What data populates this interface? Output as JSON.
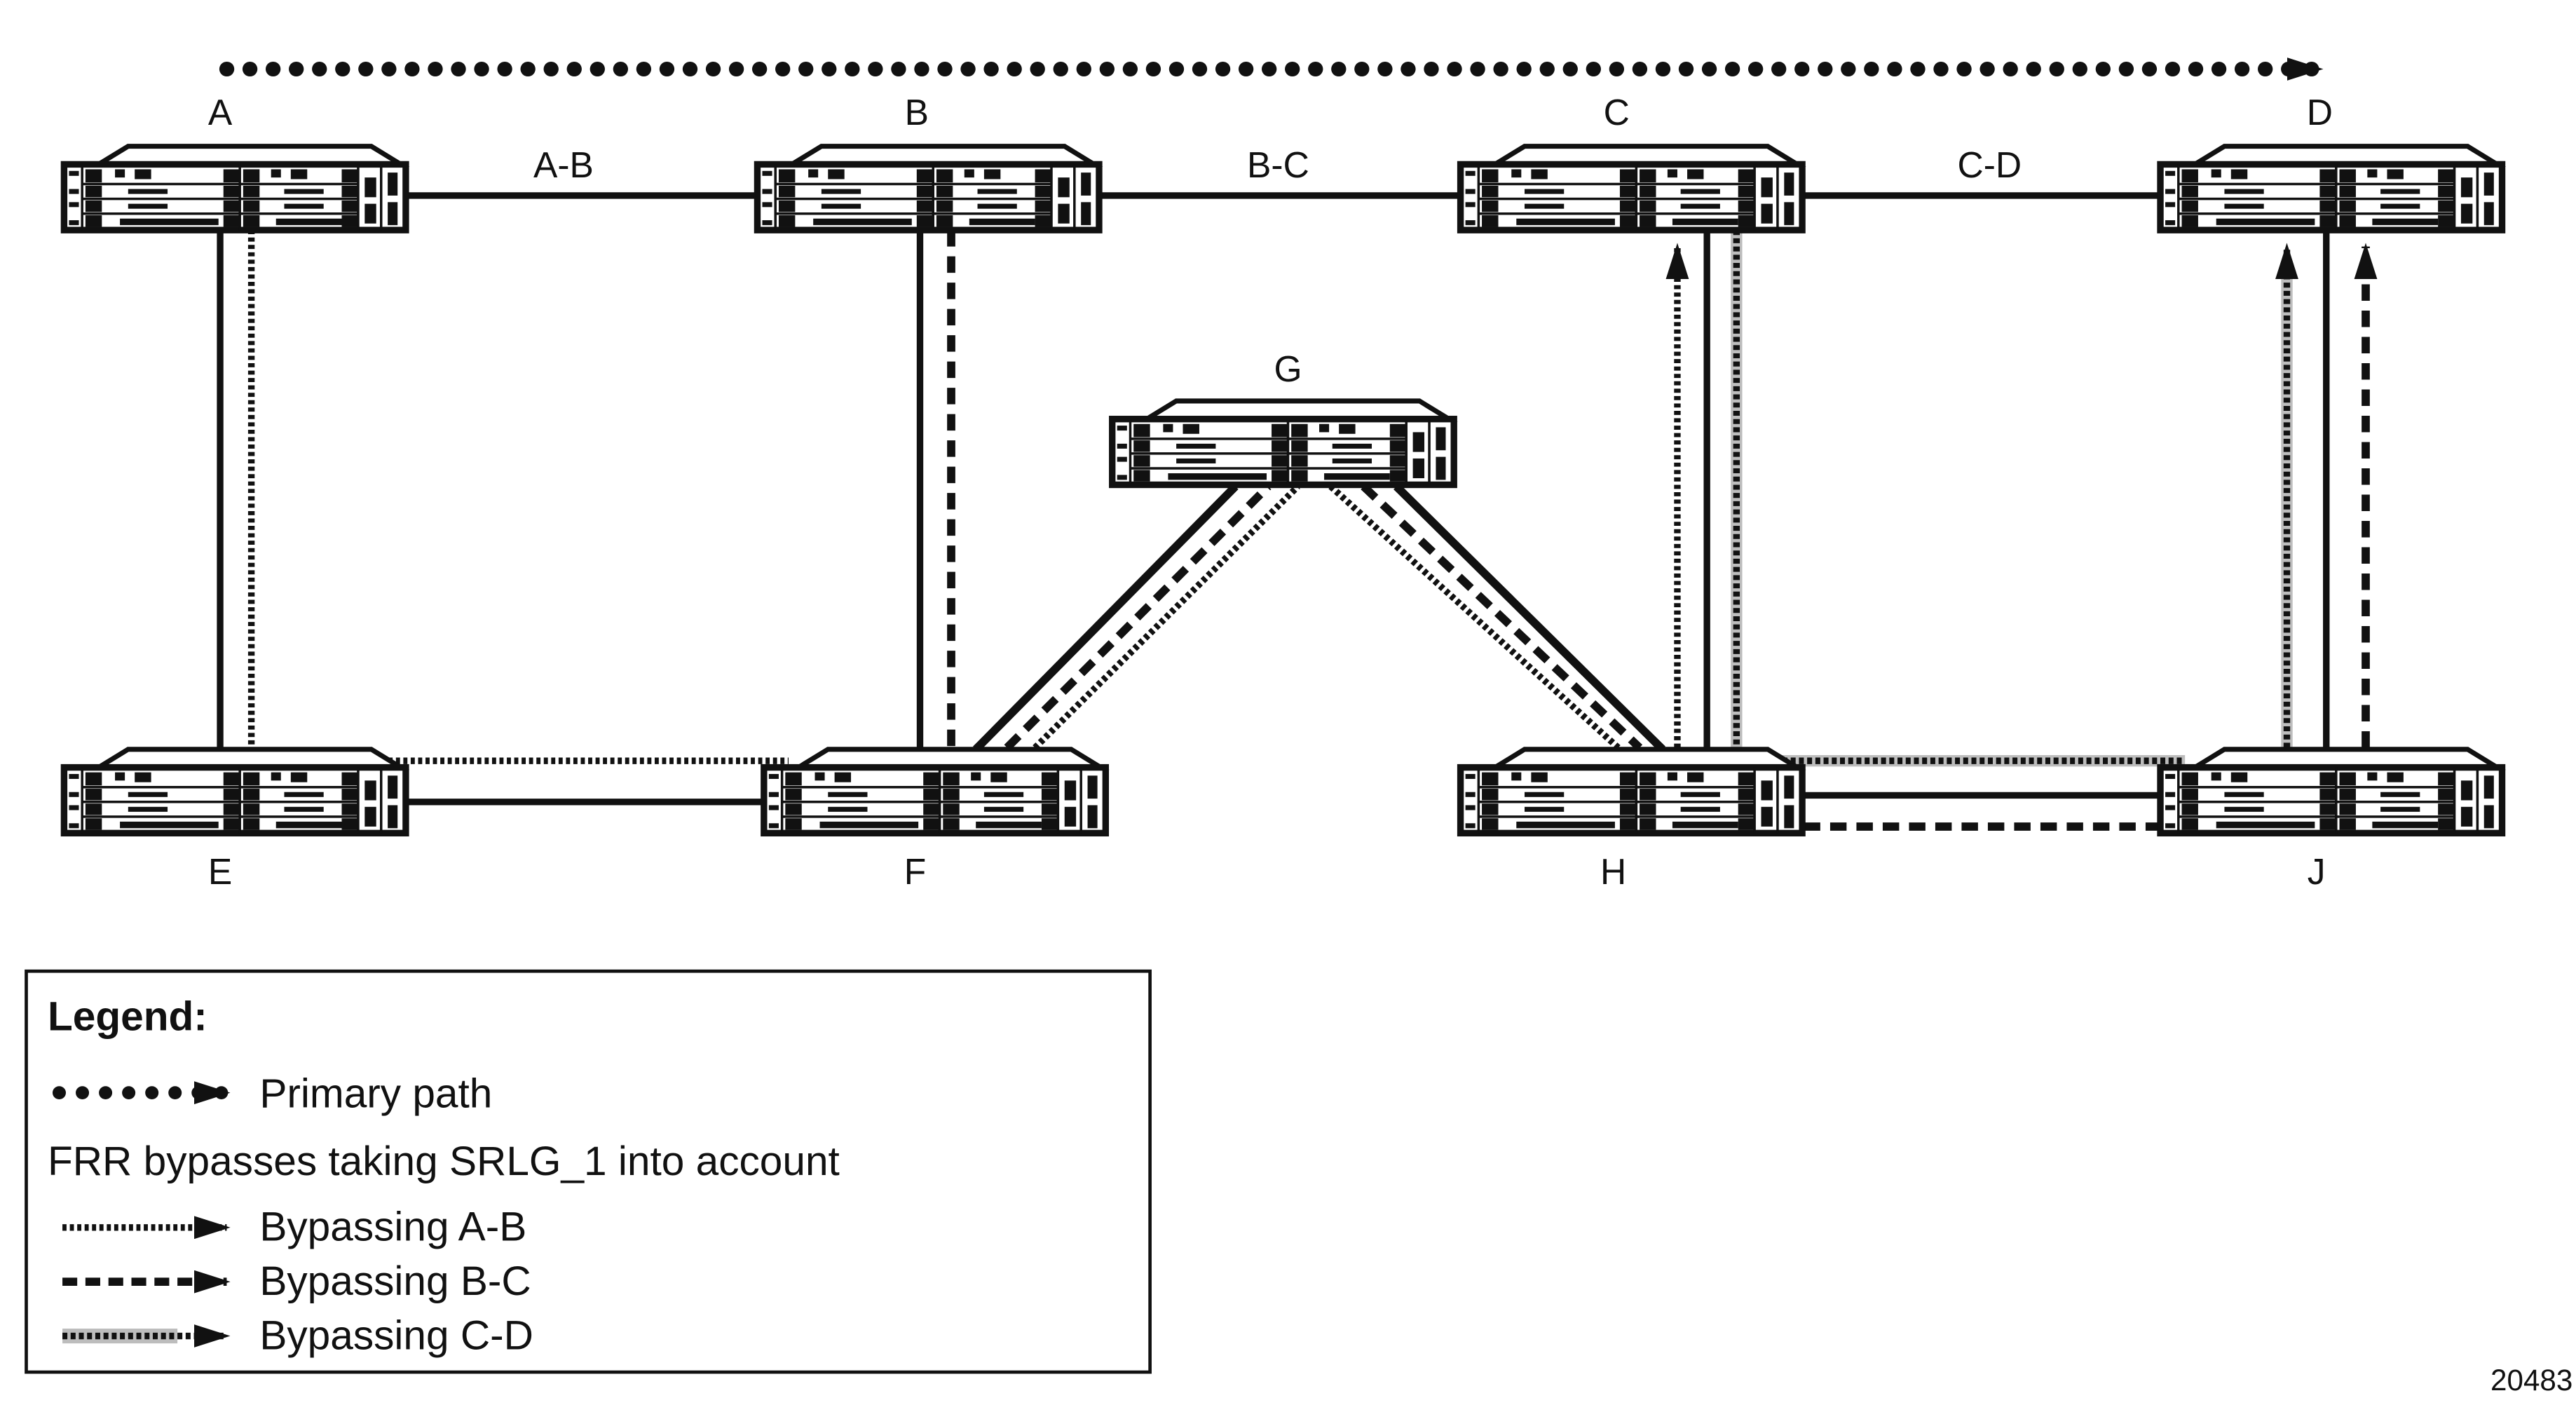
{
  "nodes": {
    "A": "A",
    "B": "B",
    "C": "C",
    "D": "D",
    "E": "E",
    "F": "F",
    "G": "G",
    "H": "H",
    "J": "J"
  },
  "links": {
    "ab": "A-B",
    "bc": "B-C",
    "cd": "C-D"
  },
  "legend": {
    "title": "Legend:",
    "primary": "Primary path",
    "subtitle": "FRR bypasses taking SRLG_1 into account",
    "bypass_ab": "Bypassing A-B",
    "bypass_bc": "Bypassing B-C",
    "bypass_cd": "Bypassing C-D"
  },
  "colors": {
    "line": "#111111",
    "srlg_gray": "#bdbdbd"
  },
  "figure_id": "20483"
}
